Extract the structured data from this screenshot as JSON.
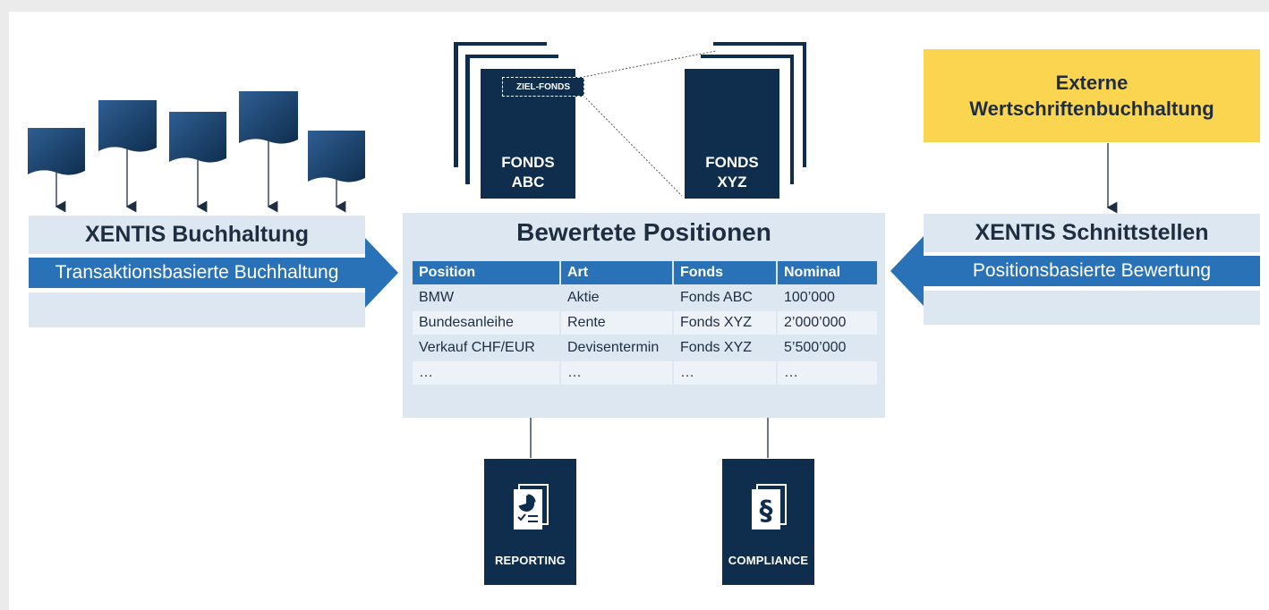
{
  "left": {
    "title": "XENTIS Buchhaltung",
    "arrow_label": "Transaktionsbasierte Buchhaltung"
  },
  "right": {
    "title": "XENTIS Schnittstellen",
    "arrow_label": "Positionsbasierte Bewertung",
    "external_line1": "Externe",
    "external_line2": "Wertschriftenbuchhaltung"
  },
  "center": {
    "title": "Bewertete Positionen",
    "table": {
      "headers": [
        "Position",
        "Art",
        "Fonds",
        "Nominal"
      ],
      "rows": [
        [
          "BMW",
          "Aktie",
          "Fonds ABC",
          "100’000"
        ],
        [
          "Bundesanleihe",
          "Rente",
          "Fonds XYZ",
          "2’000’000"
        ],
        [
          "Verkauf CHF/EUR",
          "Devisentermin",
          "Fonds XYZ",
          "5’500’000"
        ],
        [
          "…",
          "…",
          "…",
          "…"
        ]
      ]
    }
  },
  "funds": {
    "abc_line1": "FONDS",
    "abc_line2": "ABC",
    "xyz_line1": "FONDS",
    "xyz_line2": "XYZ",
    "target_label": "ZIEL-FONDS"
  },
  "tools": {
    "reporting_label": "REPORTING",
    "compliance_label": "COMPLIANCE"
  },
  "colors": {
    "navy": "#0f2e4e",
    "blue_arrow": "#2a72b8",
    "light_band": "#dce7f1",
    "yellow": "#fbd450"
  }
}
